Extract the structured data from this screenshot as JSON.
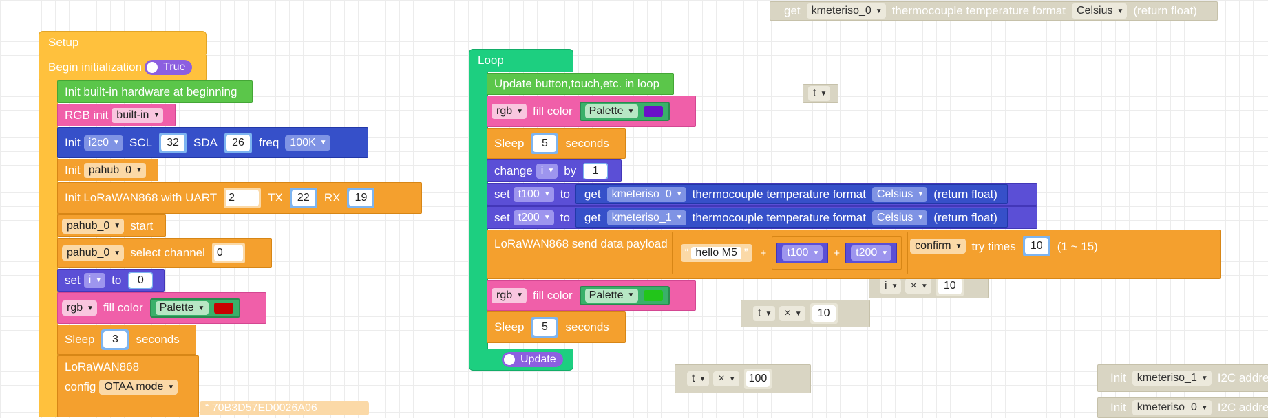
{
  "setup": {
    "header": "Setup",
    "begin_label": "Begin initialization",
    "begin_toggle": "True",
    "init_builtin": "Init built-in hardware at beginning",
    "rgb_init_label": "RGB init",
    "rgb_init_value": "built-in",
    "i2c_init": "Init",
    "i2c_bus": "i2c0",
    "scl_label": "SCL",
    "scl_value": "32",
    "sda_label": "SDA",
    "sda_value": "26",
    "freq_label": "freq",
    "freq_value": "100K",
    "init_pahub_label": "Init",
    "init_pahub_value": "pahub_0",
    "lora_init_label": "Init LoRaWAN868 with UART",
    "lora_uart": "2",
    "tx_label": "TX",
    "tx_value": "22",
    "rx_label": "RX",
    "rx_value": "19",
    "pahub_start_var": "pahub_0",
    "pahub_start_label": "start",
    "pahub_select_var": "pahub_0",
    "pahub_select_label": "select channel",
    "pahub_select_value": "0",
    "set_label": "set",
    "set_var": "i",
    "set_to": "to",
    "set_value": "0",
    "rgb_label": "rgb",
    "fill_label": "fill color",
    "palette_label": "Palette",
    "fill_color": "#c80000",
    "sleep_label": "Sleep",
    "sleep_value": "3",
    "seconds_label": "seconds",
    "lora_label": "LoRaWAN868",
    "config_label": "config",
    "config_mode": "OTAA mode",
    "partial_value": "“ 70B3D57ED0026A06"
  },
  "loop": {
    "header": "Loop",
    "update_label": "Update button,touch,etc. in loop",
    "rgb1_label": "rgb",
    "rgb1_fill": "fill color",
    "rgb1_palette": "Palette",
    "rgb1_color": "#6a10c8",
    "sleep1_label": "Sleep",
    "sleep1_value": "5",
    "sleep1_unit": "seconds",
    "change_label": "change",
    "change_var": "i",
    "change_by": "by",
    "change_value": "1",
    "set1_label": "set",
    "set1_var": "t100",
    "set1_to": "to",
    "get1_label": "get",
    "get1_device": "kmeteriso_0",
    "get1_text": "thermocouple temperature format",
    "get1_unit": "Celsius",
    "get1_ret": "(return float)",
    "set2_label": "set",
    "set2_var": "t200",
    "set2_to": "to",
    "get2_label": "get",
    "get2_device": "kmeteriso_1",
    "get2_text": "thermocouple temperature format",
    "get2_unit": "Celsius",
    "get2_ret": "(return float)",
    "send_label": "LoRaWAN868 send data payload",
    "payload_string": "hello M5",
    "plus1": "+",
    "payload_var1": "t100",
    "plus2": "+",
    "payload_var2": "t200",
    "confirm_value": "confirm",
    "try_label": "try times",
    "try_value": "10",
    "range_label": "(1 ~ 15)",
    "rgb2_label": "rgb",
    "rgb2_fill": "fill color",
    "rgb2_palette": "Palette",
    "rgb2_color": "#22c51a",
    "sleep2_label": "Sleep",
    "sleep2_value": "5",
    "sleep2_unit": "seconds",
    "update_toggle": "Update"
  },
  "floating": {
    "top_get": "get",
    "top_device": "kmeteriso_0",
    "top_text": "thermocouple temperature format",
    "top_unit": "Celsius",
    "top_ret": "(return float)",
    "t_var": "t",
    "mult1_var": "i",
    "mult1_op": "×",
    "mult1_value": "10",
    "mult2_var": "t",
    "mult2_op": "×",
    "mult2_value": "10",
    "mult3_var": "t",
    "mult3_op": "×",
    "mult3_value": "100",
    "init_k1_label": "Init",
    "init_k1_device": "kmeteriso_1",
    "init_k1_text": "I2C addre",
    "init_k0_label": "Init",
    "init_k0_device": "kmeteriso_0",
    "init_k0_text": "I2C addre"
  },
  "colors": {
    "orange": "#f4a02e",
    "setup_yellow": "#ffc13d",
    "pink": "#f05fa9",
    "blue": "#3650c9",
    "loop_teal": "#1dcf80"
  }
}
